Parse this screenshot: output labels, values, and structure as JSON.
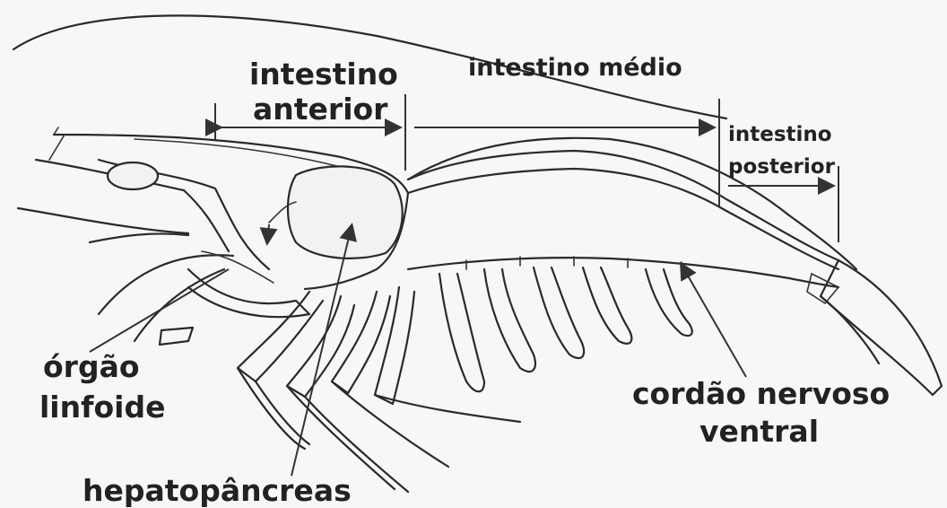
{
  "labels": {
    "intestino_anterior_1": "intestino",
    "intestino_anterior_2": "anterior",
    "intestino_medio": "intestino  médio",
    "intestino_posterior_1": "intestino",
    "intestino_posterior_2": "posterior",
    "orgao_linfoide_1": "órgão",
    "orgao_linfoide_2": "linfoide",
    "hepatopancreas": "hepatopâncreas",
    "cordao_1": "cordão nervoso",
    "cordao_2": "ventral"
  }
}
